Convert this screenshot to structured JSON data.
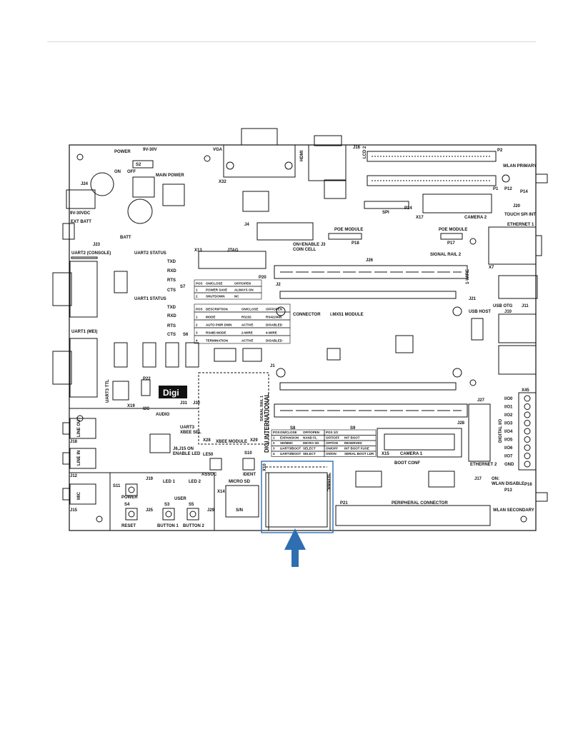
{
  "colors": {
    "highlight": "#2f6eb0",
    "ink": "#111111",
    "board": "#ffffff"
  },
  "labels": {
    "power": "POWER",
    "vin": "9V-30V",
    "on": "ON",
    "off": "OFF",
    "s2": "S2",
    "main_power": "MAIN POWER",
    "vga": "VGA",
    "hdmi": "HDMI",
    "j16": "J16",
    "lcd2": "LCD 2",
    "p2": "P2",
    "p1": "P1",
    "wlan_primary": "WLAN PRIMARY",
    "p12": "P12",
    "p14": "P14",
    "j24": "J24",
    "dc_in": "9V-30VDC",
    "ext_batt": "EXT BATT",
    "j23": "J23",
    "batt": "BATT",
    "spi": "SPI",
    "p24": "P24",
    "x17": "X17",
    "camera2": "CAMERA 2",
    "j20": "J20",
    "touch_spi_int": "TOUCH SPI INT",
    "ethernet1": "ETHERNET 1",
    "x32": "X32",
    "poe_module_left": "POE MODULE",
    "poe_module_right": "POE MODULE",
    "p18": "P18",
    "p17": "P17",
    "x13": "X13",
    "jtag": "JTAG",
    "j4": "J4",
    "coin_cell": "ON=ENABLE  J3\nCOIN CELL",
    "uart2_console": "UART2 (CONSOLE)",
    "uart2_status": "UART2 STATUS",
    "txd": "TXD",
    "rxd": "RXD",
    "rts": "RTS",
    "cts": "CTS",
    "uart1_status": "UART1 STATUS",
    "uart1_mei": "UART1 (MEI)",
    "j26": "J26",
    "signal_rail2": "SIGNAL RAIL 2",
    "x7": "X7",
    "one_wire": "1-WIRE",
    "j21": "J21",
    "usb_otg": "USB OTG",
    "j11": "J11",
    "usb_host": "USB HOST",
    "j10": "J10",
    "connector_label": "CONNECTOR",
    "module_label": "i.MX51 MODULE",
    "p20": "P20",
    "j2": "J2",
    "s7": "S7",
    "s6": "S6",
    "j1": "J1",
    "i2c": "I2C",
    "uart3_ttl": "UART3 TTL",
    "x19": "X19",
    "p22": "P22",
    "digi": "Digi",
    "digi_international": "DIGI INTERNATIONAL",
    "signal_rail1": "SIGNAL RAIL 1",
    "x45": "X45",
    "io": [
      "I/O0",
      "I/O1",
      "I/O2",
      "I/O3",
      "I/O4",
      "I/O5",
      "I/O6",
      "I/O7",
      "GND"
    ],
    "digital_io": "DIGITAL I/O",
    "j27": "J27",
    "j28": "J28",
    "ethernet2": "ETHERNET 2",
    "audio": "AUDIO",
    "line_out": "LINE OUT",
    "line_in": "LINE IN",
    "mic": "MIC",
    "j18": "J18",
    "j12": "J12",
    "j15": "J15",
    "j31": "J31",
    "j30": "J30",
    "uart3_xbee": "UART3\nXBEE SEL",
    "xbee_module": "XBEE MODULE",
    "x28": "X28",
    "x29": "X29",
    "led_on": "J6,J15 ON\nENABLE LED",
    "le50": "LE50",
    "s10": "S10",
    "assoc": "ASSOC",
    "ident": "IDENT",
    "s8": "S8",
    "s9": "S9",
    "x15": "X15",
    "camera1": "CAMERA 1",
    "boot_conf": "BOOT CONF",
    "sdmmc": "SD/MMC",
    "x10": "X10",
    "j17": "J17",
    "wlan_disable": "ON:\nWLAN DISABLE",
    "p16": "P16",
    "p13": "P13",
    "wlan_secondary": "WLAN SECONDARY",
    "p21": "P21",
    "peripheral_connector": "PERIPHERAL CONNECTOR",
    "s11": "S11",
    "power_btn": "POWER",
    "s4": "S4",
    "reset": "RESET",
    "s3": "S3",
    "s5": "S5",
    "user": "USER",
    "button1": "BUTTON 1",
    "button2": "BUTTON 2",
    "led1": "LED 1",
    "led2": "LED 2",
    "j19": "J19",
    "j25": "J25",
    "j29": "J29",
    "x14": "X14",
    "micro_sd": "MICRO SD",
    "sn": "S/N"
  },
  "table_s7": {
    "header": [
      "POS",
      "ON/CLOSE",
      "OFF/OPEN"
    ],
    "rows": [
      [
        "1",
        "POWER SAVE",
        "ALWAYS ON"
      ],
      [
        "2",
        "SHUTDOWN",
        "NC"
      ]
    ]
  },
  "table_s6": {
    "header": [
      "POS",
      "DESCRIPTION",
      "ON/CLOSE",
      "OFF/OPEN"
    ],
    "rows": [
      [
        "1",
        "MODE",
        "RS232",
        "RS422/485"
      ],
      [
        "2",
        "AUTO PWR DWN",
        "ACTIVE",
        "DISABLED"
      ],
      [
        "3",
        "RS485 MODE",
        "2-WIRE",
        "4-WIRE"
      ],
      [
        "4",
        "TERMINATION",
        "ACTIVE",
        "DISABLED"
      ]
    ]
  },
  "table_s8": {
    "header": [
      "POS",
      "ON/CLOSE",
      "OFF/OPEN"
    ],
    "rows": [
      [
        "1",
        "EXPANSION",
        "NAND FL"
      ],
      [
        "2",
        "SD/MMC",
        "MICRO SD"
      ],
      [
        "3",
        "UART3/BOOT",
        "SELECT"
      ],
      [
        "4",
        "UART3/BOOT",
        "SELECT"
      ]
    ]
  },
  "table_s9": {
    "header": [
      "POS 1/2",
      ""
    ],
    "rows": [
      [
        "OFF/OFF",
        "INT BOOT"
      ],
      [
        "OFF/ON",
        "RESERVED"
      ],
      [
        "ON/OFF",
        "INT BOOT FUSE"
      ],
      [
        "ON/ON",
        "SERIAL BOOT LDR"
      ]
    ]
  }
}
